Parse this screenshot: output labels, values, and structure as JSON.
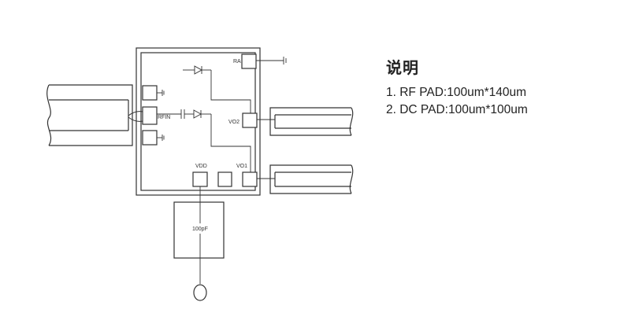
{
  "notes": {
    "title": "说明",
    "items": [
      "1. RF PAD:100um*140um",
      "2. DC PAD:100um*100um"
    ]
  },
  "pads": {
    "ra": "RA",
    "rfin": "RFIN",
    "vo2": "VO2",
    "vo1": "VO1",
    "vdd": "VDD"
  },
  "capacitor": {
    "value": "100pF"
  }
}
